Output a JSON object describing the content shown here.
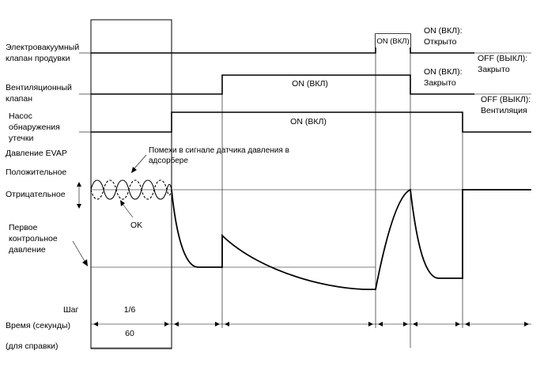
{
  "signals": {
    "purge_vsv": {
      "label_line1": "Электровакуумный",
      "label_line2": "клапан продувки",
      "on_box": "ON (ВКЛ)",
      "right_on_line1": "ON (ВКЛ):",
      "right_on_line2": "Открыто",
      "right_off_line1": "OFF (ВЫКЛ):",
      "right_off_line2": "Закрыто"
    },
    "vent_valve": {
      "label_line1": "Вентиляционный",
      "label_line2": "клапан",
      "on_text": "ON (ВКЛ)",
      "right_on_line1": "ON (ВКЛ):",
      "right_on_line2": "Закрыто",
      "right_off_line1": "OFF (ВЫКЛ):",
      "right_off_line2": "Вентиляция"
    },
    "leak_pump": {
      "label_line1": "Насос",
      "label_line2": "обнаружения",
      "label_line3": "утечки",
      "on_text": "ON (ВКЛ)"
    }
  },
  "pressure": {
    "title": "Давление EVAP",
    "positive": "Положительное",
    "negative": "Отрицательное",
    "noise_line1": "Помехи в сигнале датчика давления в",
    "noise_line2": "адсорбере",
    "ok": "OK",
    "ref_line1": "Первое",
    "ref_line2": "контрольное",
    "ref_line3": "давление"
  },
  "steps": {
    "step_label": "Шаг",
    "step_value": "1/6",
    "time_label": "Время (секунды)",
    "time_value": "60",
    "ref_label": "(для справки)"
  }
}
